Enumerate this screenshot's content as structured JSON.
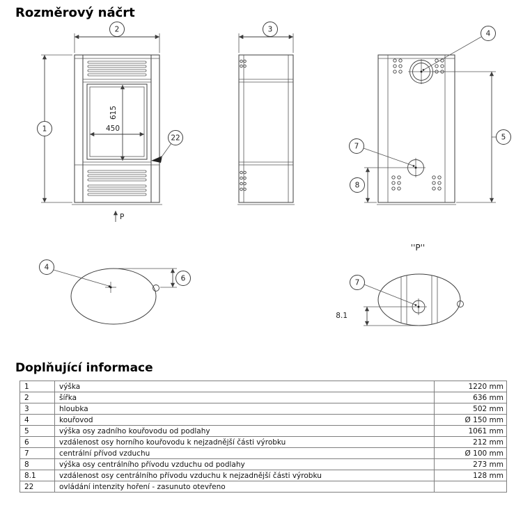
{
  "title": "Rozměrový náčrt",
  "drawing": {
    "balloons": {
      "b1": "1",
      "b2": "2",
      "b3": "3",
      "b4": "4",
      "b5": "5",
      "b6": "6",
      "b7": "7",
      "b8": "8",
      "b22": "22"
    },
    "dims": {
      "d615": "615",
      "d450": "450",
      "d81": "8.1",
      "p_arrow": "P",
      "p_view": "''P''"
    }
  },
  "info": {
    "title": "Doplňující informace",
    "rows": [
      {
        "id": "1",
        "label": "výška",
        "value": "1220 mm"
      },
      {
        "id": "2",
        "label": "šířka",
        "value": "636 mm"
      },
      {
        "id": "3",
        "label": "hloubka",
        "value": "502 mm"
      },
      {
        "id": "4",
        "label": "kouřovod",
        "value": "Ø 150 mm"
      },
      {
        "id": "5",
        "label": "výška osy zadního kouřovodu od podlahy",
        "value": "1061 mm"
      },
      {
        "id": "6",
        "label": "vzdálenost osy horního kouřovodu k nejzadnější části výrobku",
        "value": "212 mm"
      },
      {
        "id": "7",
        "label": "centrální přívod vzduchu",
        "value": "Ø 100 mm"
      },
      {
        "id": "8",
        "label": "výška osy centrálního přívodu vzduchu od podlahy",
        "value": "273 mm"
      },
      {
        "id": "8.1",
        "label": "vzdálenost osy centrálního přívodu vzduchu k nejzadnější části výrobku",
        "value": "128 mm"
      },
      {
        "id": "22",
        "label": "ovládání intenzity hoření - zasunuto otevřeno",
        "value": ""
      }
    ]
  }
}
